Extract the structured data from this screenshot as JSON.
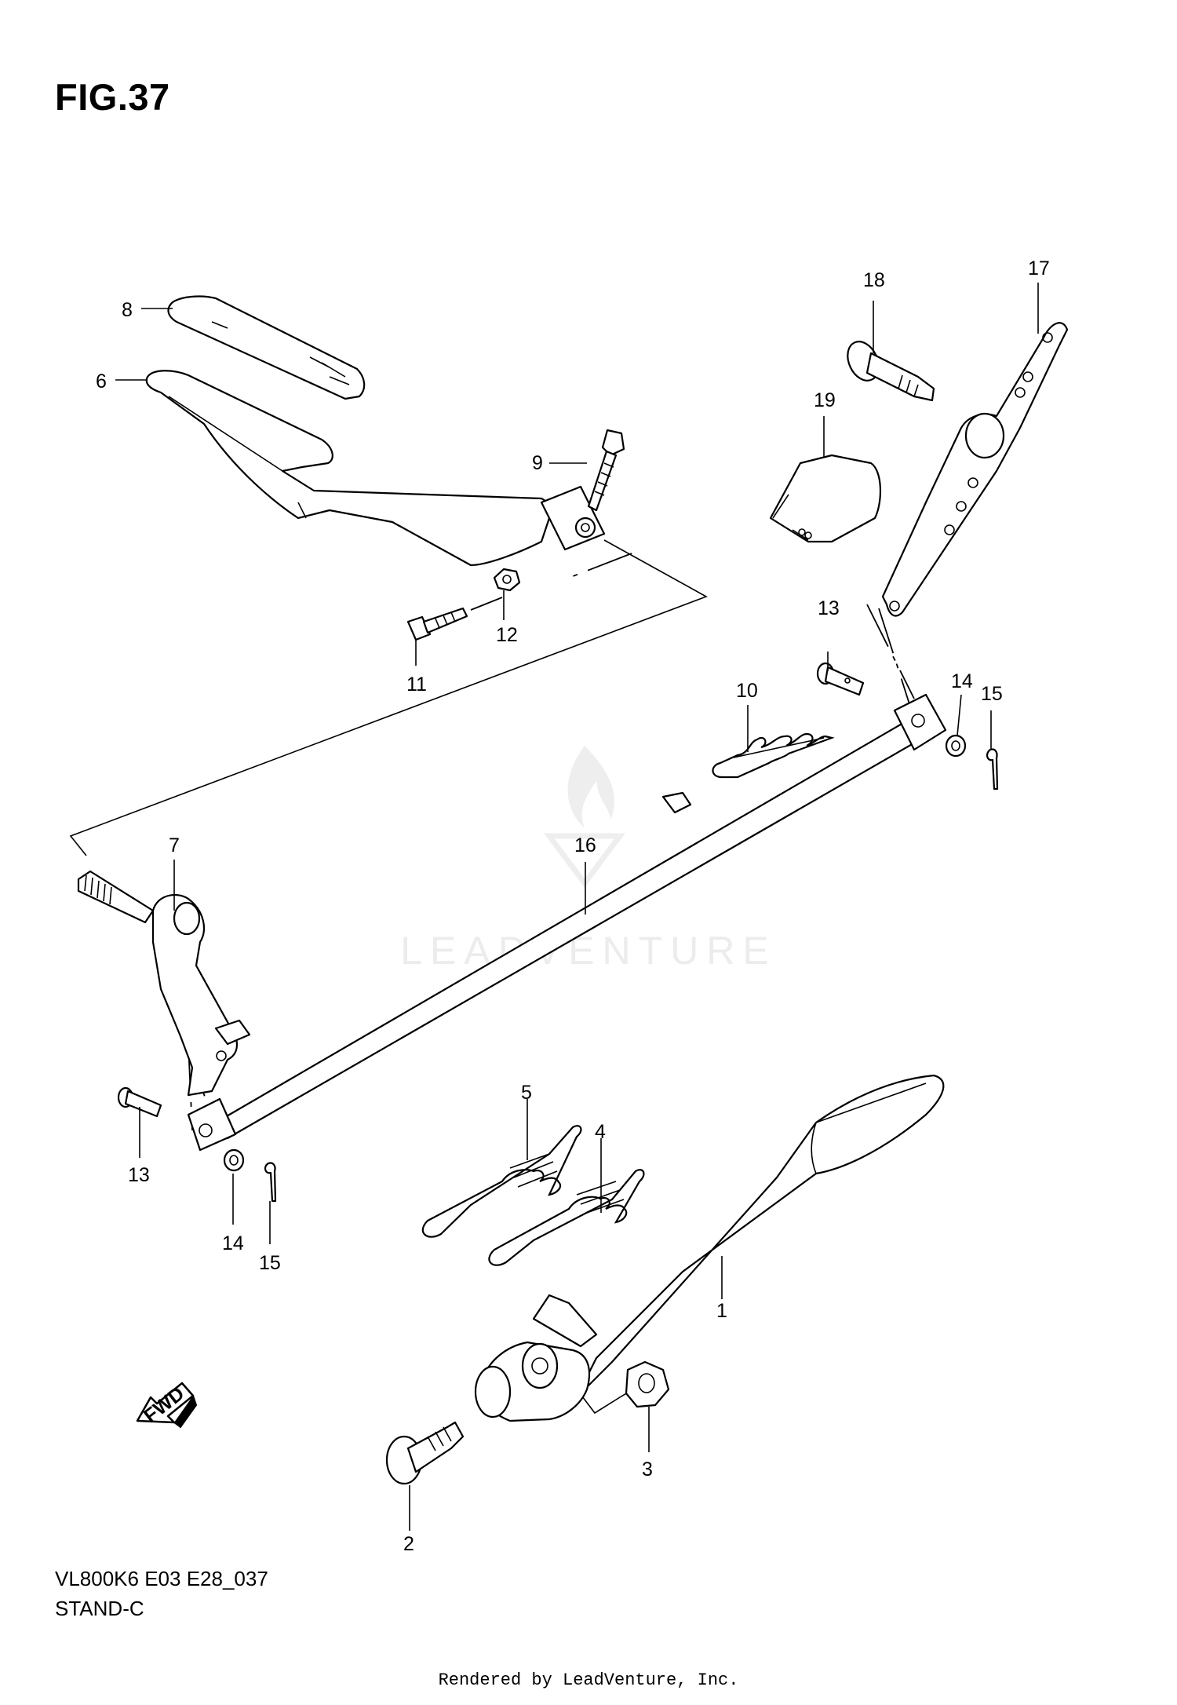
{
  "figure": {
    "title": "FIG.37"
  },
  "watermark": {
    "text": "LEADVENTURE"
  },
  "callouts": [
    {
      "id": "c1",
      "label": "1"
    },
    {
      "id": "c2",
      "label": "2"
    },
    {
      "id": "c3",
      "label": "3"
    },
    {
      "id": "c4",
      "label": "4"
    },
    {
      "id": "c5",
      "label": "5"
    },
    {
      "id": "c6",
      "label": "6"
    },
    {
      "id": "c7",
      "label": "7"
    },
    {
      "id": "c8",
      "label": "8"
    },
    {
      "id": "c9",
      "label": "9"
    },
    {
      "id": "c10",
      "label": "10"
    },
    {
      "id": "c11",
      "label": "11"
    },
    {
      "id": "c12",
      "label": "12"
    },
    {
      "id": "c13a",
      "label": "13"
    },
    {
      "id": "c13b",
      "label": "13"
    },
    {
      "id": "c14a",
      "label": "14"
    },
    {
      "id": "c14b",
      "label": "14"
    },
    {
      "id": "c15a",
      "label": "15"
    },
    {
      "id": "c15b",
      "label": "15"
    },
    {
      "id": "c16",
      "label": "16"
    },
    {
      "id": "c17",
      "label": "17"
    },
    {
      "id": "c18",
      "label": "18"
    },
    {
      "id": "c19",
      "label": "19"
    }
  ],
  "direction_arrow": {
    "label": "FWD"
  },
  "model_code": "VL800K6 E03 E28_037",
  "section_name": "STAND-C",
  "footer": "Rendered by LeadVenture, Inc."
}
